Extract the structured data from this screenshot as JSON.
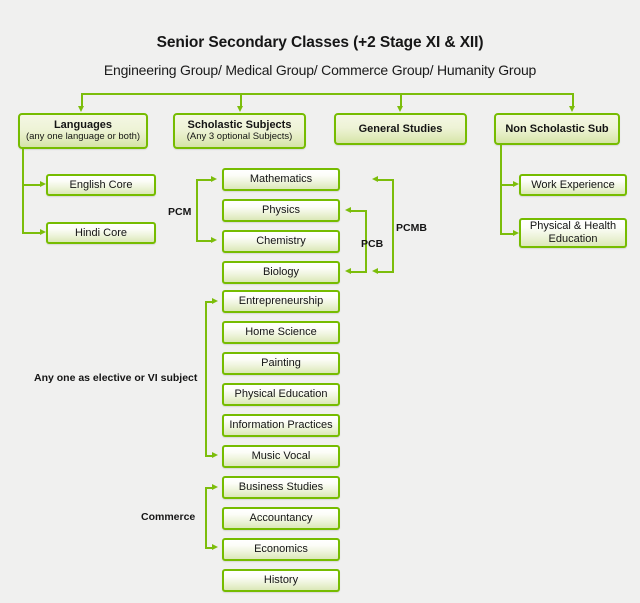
{
  "page": {
    "background_color": "#f0f0ef",
    "accent_color": "#76bc00",
    "box_text_color": "#141414"
  },
  "header": {
    "title": "Senior Secondary Classes (+2 Stage XI & XII)",
    "subtitle": "Engineering Group/ Medical Group/ Commerce Group/ Humanity Group"
  },
  "top_level": [
    {
      "title": "Languages",
      "sub": "(any one language or both)"
    },
    {
      "title": "Scholastic Subjects",
      "sub": "(Any 3 optional Subjects)"
    },
    {
      "title": "General Studies",
      "sub": ""
    },
    {
      "title": "Non Scholastic Sub",
      "sub": ""
    }
  ],
  "languages_children": [
    {
      "label": "English Core"
    },
    {
      "label": "Hindi Core"
    }
  ],
  "non_scholastic_children": [
    {
      "label": "Work Experience"
    },
    {
      "label": "Physical & Health Education"
    }
  ],
  "science_subjects": [
    {
      "label": "Mathematics"
    },
    {
      "label": "Physics"
    },
    {
      "label": "Chemistry"
    },
    {
      "label": "Biology"
    }
  ],
  "elective_subjects": [
    {
      "label": "Entrepreneurship"
    },
    {
      "label": "Home Science"
    },
    {
      "label": "Painting"
    },
    {
      "label": "Physical Education"
    },
    {
      "label": "Information Practices"
    },
    {
      "label": "Music Vocal"
    }
  ],
  "commerce_subjects": [
    {
      "label": "Business Studies"
    },
    {
      "label": "Accountancy"
    },
    {
      "label": "Economics"
    },
    {
      "label": "History"
    }
  ],
  "group_labels": {
    "pcm": "PCM",
    "pcb": "PCB",
    "pcmb": "PCMB",
    "elective": "Any one as elective or VI subject",
    "commerce": "Commerce"
  },
  "chart_data": {
    "type": "diagram",
    "title": "Senior Secondary Classes (+2 Stage XI & XII)",
    "subtitle": "Engineering Group/ Medical Group/ Commerce Group/ Humanity Group",
    "nodes": [
      {
        "id": "root",
        "label": "Senior Secondary Classes (+2 Stage XI & XII)",
        "level": 0
      },
      {
        "id": "lang",
        "label": "Languages (any one language or both)",
        "level": 1
      },
      {
        "id": "schol",
        "label": "Scholastic Subjects (Any 3 optional Subjects)",
        "level": 1
      },
      {
        "id": "gen",
        "label": "General Studies",
        "level": 1
      },
      {
        "id": "nonschol",
        "label": "Non Scholastic Sub",
        "level": 1
      },
      {
        "id": "eng",
        "label": "English Core",
        "level": 2,
        "parent": "lang"
      },
      {
        "id": "hin",
        "label": "Hindi Core",
        "level": 2,
        "parent": "lang"
      },
      {
        "id": "we",
        "label": "Work Experience",
        "level": 2,
        "parent": "nonschol"
      },
      {
        "id": "phe",
        "label": "Physical & Health Education",
        "level": 2,
        "parent": "nonschol"
      },
      {
        "id": "math",
        "label": "Mathematics",
        "level": 2,
        "parent": "schol"
      },
      {
        "id": "phy",
        "label": "Physics",
        "level": 2,
        "parent": "schol"
      },
      {
        "id": "chem",
        "label": "Chemistry",
        "level": 2,
        "parent": "schol"
      },
      {
        "id": "bio",
        "label": "Biology",
        "level": 2,
        "parent": "schol"
      },
      {
        "id": "entr",
        "label": "Entrepreneurship",
        "level": 2,
        "parent": "schol"
      },
      {
        "id": "hsci",
        "label": "Home Science",
        "level": 2,
        "parent": "schol"
      },
      {
        "id": "paint",
        "label": "Painting",
        "level": 2,
        "parent": "schol"
      },
      {
        "id": "pe",
        "label": "Physical Education",
        "level": 2,
        "parent": "schol"
      },
      {
        "id": "ip",
        "label": "Information Practices",
        "level": 2,
        "parent": "schol"
      },
      {
        "id": "mv",
        "label": "Music Vocal",
        "level": 2,
        "parent": "schol"
      },
      {
        "id": "bs",
        "label": "Business Studies",
        "level": 2,
        "parent": "schol"
      },
      {
        "id": "acc",
        "label": "Accountancy",
        "level": 2,
        "parent": "schol"
      },
      {
        "id": "eco",
        "label": "Economics",
        "level": 2,
        "parent": "schol"
      },
      {
        "id": "hist",
        "label": "History",
        "level": 2,
        "parent": "schol"
      }
    ],
    "groupings": [
      {
        "label": "PCM",
        "members": [
          "Mathematics",
          "Physics",
          "Chemistry"
        ]
      },
      {
        "label": "PCB",
        "members": [
          "Physics",
          "Chemistry",
          "Biology"
        ]
      },
      {
        "label": "PCMB",
        "members": [
          "Mathematics",
          "Physics",
          "Chemistry",
          "Biology"
        ]
      },
      {
        "label": "Any one as elective or VI subject",
        "members": [
          "Entrepreneurship",
          "Home Science",
          "Painting",
          "Physical Education",
          "Information Practices",
          "Music Vocal"
        ]
      },
      {
        "label": "Commerce",
        "members": [
          "Business Studies",
          "Accountancy",
          "Economics"
        ]
      }
    ]
  }
}
